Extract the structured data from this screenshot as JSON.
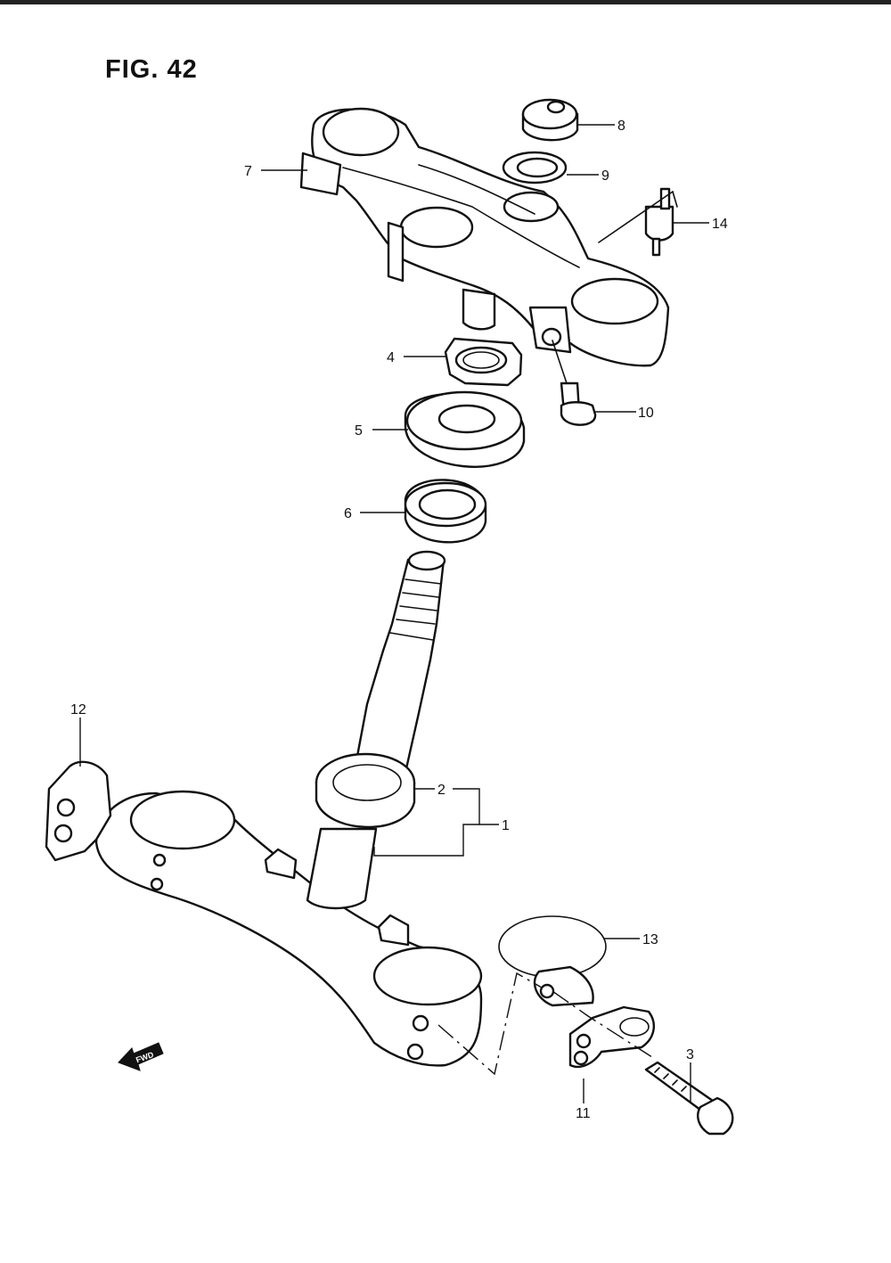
{
  "figure": {
    "title": "FIG. 42"
  },
  "direction_marker": {
    "text": "FWD"
  },
  "callouts": [
    {
      "id": "c1",
      "label": "1"
    },
    {
      "id": "c2",
      "label": "2"
    },
    {
      "id": "c3",
      "label": "3"
    },
    {
      "id": "c4",
      "label": "4"
    },
    {
      "id": "c5",
      "label": "5"
    },
    {
      "id": "c6",
      "label": "6"
    },
    {
      "id": "c7",
      "label": "7"
    },
    {
      "id": "c8",
      "label": "8"
    },
    {
      "id": "c9",
      "label": "9"
    },
    {
      "id": "c10",
      "label": "10"
    },
    {
      "id": "c11",
      "label": "11"
    },
    {
      "id": "c12",
      "label": "12"
    },
    {
      "id": "c13",
      "label": "13"
    },
    {
      "id": "c14",
      "label": "14"
    }
  ]
}
